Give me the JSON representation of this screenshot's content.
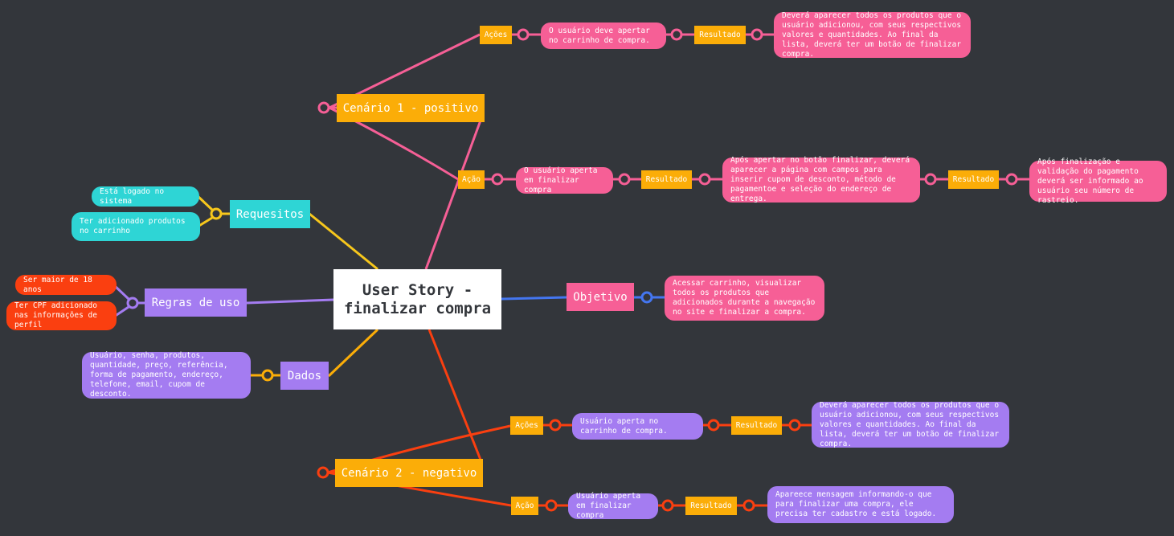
{
  "root": {
    "title_line1": "User Story -",
    "title_line2": "finalizar compra"
  },
  "objetivo": {
    "label": "Objetivo",
    "text": "Acessar carrinho, visualizar todos os produtos que adicionados durante a navegação no site e finalizar a compra."
  },
  "requesitos": {
    "label": "Requesitos",
    "items": [
      "Está logado no sistema",
      "Ter adicionado produtos no carrinho"
    ]
  },
  "regras": {
    "label": "Regras de uso",
    "items": [
      "Ser maior de 18 anos",
      "Ter CPF adicionado nas informações de perfil"
    ]
  },
  "dados": {
    "label": "Dados",
    "text": "Usuário, senha, produtos, quantidade, preço, referência, forma de pagamento, endereço, telefone, email, cupom de desconto."
  },
  "cenario1": {
    "label": "Cenário 1 - positivo",
    "acoes_label": "Ações",
    "acoes_text": "O usuário deve apertar no carrinho de compra.",
    "acoes_resultado_label": "Resultado",
    "acoes_resultado_text": "Deverá aparecer todos os produtos que o usuário adicionou, com seus respectivos valores e quantidades. Ao final da lista, deverá ter um botão de finalizar compra.",
    "acao_label": "Ação",
    "acao_text": "O usuário aperta em finalizar compra",
    "acao_resultado_label": "Resultado",
    "acao_resultado_text": "Após apertar no botão finalizar, deverá aparecer a página com campos para inserir cupom de desconto, método de pagamentoe e seleção do endereço de entrega.",
    "acao_resultado2_label": "Resultado",
    "acao_resultado2_text": "Após finalização e validação do pagamento deverá ser informado ao usuário seu número de rastreio."
  },
  "cenario2": {
    "label": "Cenário 2 - negativo",
    "acoes_label": "Ações",
    "acoes_text": "Usuário aperta no carrinho de compra.",
    "acoes_resultado_label": "Resultado",
    "acoes_resultado_text": "Deverá aparecer todos os produtos que o usuário adicionou, com seus respectivos valores e quantidades. Ao final da lista, deverá ter um botão de finalizar compra.",
    "acao_label": "Ação",
    "acao_text": "Usuário aperta em finalizar compra",
    "acao_resultado_label": "Resultado",
    "acao_resultado_text": "Apareece mensagem informando-o que para finalizar uma compra, ele precisa ter cadastro e está logado."
  },
  "colors": {
    "background": "#33363b",
    "pink": "#f65f96",
    "orange": "#fbad08",
    "purple": "#a47cf1",
    "teal": "#2ed5d5",
    "red": "#fa3f10",
    "yellow": "#f7c71c",
    "blue": "#4476f0"
  }
}
